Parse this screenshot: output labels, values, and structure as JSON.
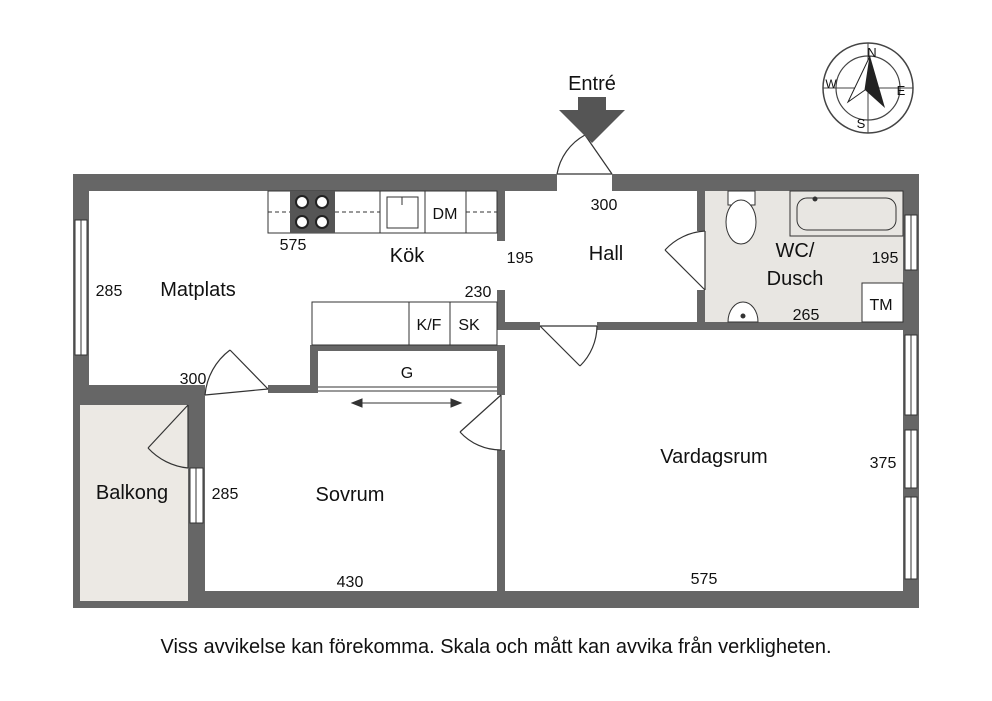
{
  "entrance_label": "Entré",
  "compass": {
    "n": "N",
    "e": "E",
    "s": "S",
    "w": "W"
  },
  "rooms": {
    "kok": "Kök",
    "hall": "Hall",
    "matplats": "Matplats",
    "wc_line1": "WC/",
    "wc_line2": "Dusch",
    "balkong": "Balkong",
    "sovrum": "Sovrum",
    "vardagsrum": "Vardagsrum"
  },
  "fixtures": {
    "dm": "DM",
    "kf": "K/F",
    "sk": "SK",
    "tm": "TM",
    "g": "G"
  },
  "dimensions": {
    "kitchen_width": "575",
    "hall_width": "300",
    "kitchen_hall_left": "195",
    "wc_depth": "195",
    "matplats_depth": "285",
    "kitchen_depth": "230",
    "matplats_width": "300",
    "wc_width": "265",
    "balkong_depth": "285",
    "vardagsrum_depth": "375",
    "sovrum_width": "430",
    "vardagsrum_width": "575"
  },
  "colors": {
    "wall": "#666666",
    "wet_floor": "#e8e6e2",
    "balcony_floor": "#ece9e4",
    "line": "#333333"
  },
  "disclaimer": "Viss avvikelse kan förekomma. Skala och mått kan avvika från verkligheten."
}
